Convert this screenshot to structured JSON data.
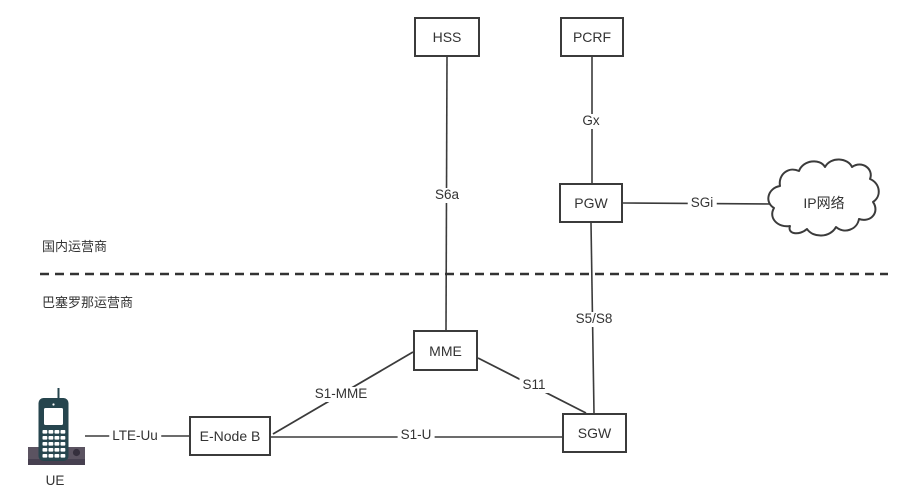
{
  "diagram_type": "LTE network architecture diagram",
  "nodes": {
    "hss": "HSS",
    "pcrf": "PCRF",
    "pgw": "PGW",
    "mme": "MME",
    "sgw": "SGW",
    "enodeb": "E-Node B",
    "ip_cloud": "IP网络",
    "ue": "UE"
  },
  "edge_labels": {
    "s6a": "S6a",
    "gx": "Gx",
    "sgi": "SGi",
    "s5s8": "S5/S8",
    "s11": "S11",
    "s1mme": "S1-MME",
    "s1u": "S1-U",
    "lteuu": "LTE-Uu"
  },
  "edges": [
    {
      "from": "HSS",
      "to": "MME",
      "label": "S6a"
    },
    {
      "from": "PCRF",
      "to": "PGW",
      "label": "Gx"
    },
    {
      "from": "PGW",
      "to": "IP网络",
      "label": "SGi"
    },
    {
      "from": "PGW",
      "to": "SGW",
      "label": "S5/S8"
    },
    {
      "from": "MME",
      "to": "SGW",
      "label": "S11"
    },
    {
      "from": "E-Node B",
      "to": "MME",
      "label": "S1-MME"
    },
    {
      "from": "E-Node B",
      "to": "SGW",
      "label": "S1-U"
    },
    {
      "from": "UE",
      "to": "E-Node B",
      "label": "LTE-Uu"
    }
  ],
  "regions": {
    "domestic": "国内运营商",
    "barcelona": "巴塞罗那运营商"
  },
  "colors": {
    "line": "#3b3b3b",
    "box_border": "#3b3b3b",
    "box_fill": "#ffffff",
    "text": "#333333",
    "phone_body": "#26454e",
    "phone_screen": "#ffffff",
    "phone_base": "#5b5361",
    "phone_base_shadow": "#474050",
    "phone_base_dot": "#352f3d"
  }
}
